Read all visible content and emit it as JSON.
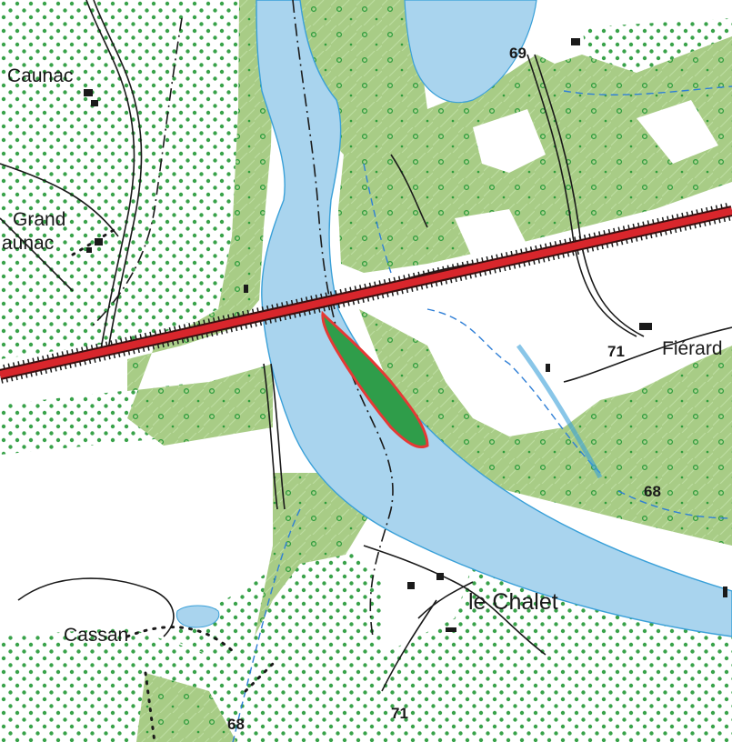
{
  "map": {
    "colors": {
      "water": "#a9d4ee",
      "water_edge": "#3aa0d8",
      "forest": "#a8cc86",
      "forest_dots": "#2e9c3c",
      "railway": "#d8262c",
      "island": "#2f9d4a",
      "island_outline": "#e53935",
      "road": "#1a1a1a",
      "stream": "#2f7fd6"
    },
    "place_labels": {
      "caunac": "Caunac",
      "grand": "Grand",
      "grand_caunac": "aunac",
      "fierard": "Fiérard",
      "le_chalet": "le Chalet",
      "cassan": "Cassan"
    },
    "elevation_labels": {
      "top": "69",
      "fierard": "71",
      "right": "68",
      "bottom_left": "68",
      "bottom_center": "71"
    },
    "icons": {
      "railway": "railway-track-icon",
      "building": "building-icon",
      "island": "highlighted-island-icon"
    }
  }
}
